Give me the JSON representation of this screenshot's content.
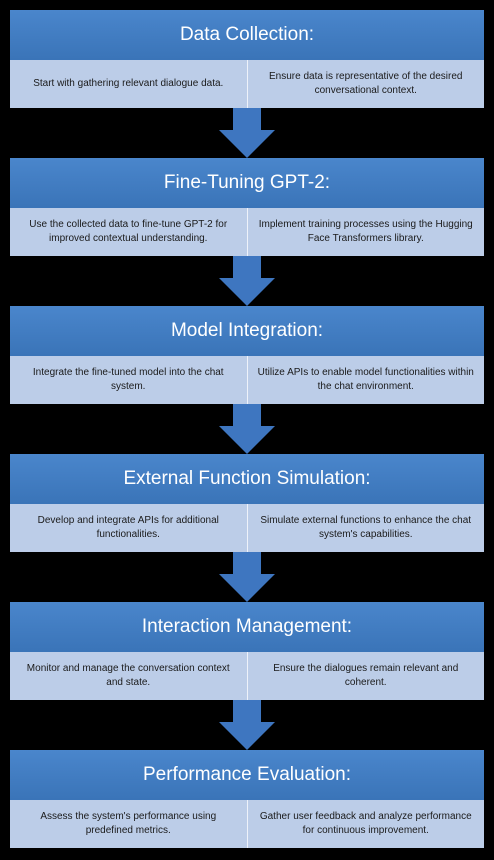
{
  "steps": [
    {
      "title": "Data Collection:",
      "left": "Start with gathering relevant dialogue data.",
      "right": "Ensure data is representative of the desired conversational context."
    },
    {
      "title": "Fine-Tuning GPT-2:",
      "left": "Use the collected data to fine-tune GPT-2 for improved contextual understanding.",
      "right": "Implement training processes using the Hugging Face Transformers library."
    },
    {
      "title": "Model Integration:",
      "left": "Integrate the fine-tuned model into the chat system.",
      "right": "Utilize APIs to enable model functionalities within the chat environment."
    },
    {
      "title": "External Function Simulation:",
      "left": "Develop and integrate APIs for additional functionalities.",
      "right": "Simulate external functions to enhance the chat system's capabilities."
    },
    {
      "title": "Interaction Management:",
      "left": "Monitor and manage the conversation context and state.",
      "right": "Ensure the dialogues remain relevant and coherent."
    },
    {
      "title": "Performance Evaluation:",
      "left": "Assess the system's performance using predefined metrics.",
      "right": "Gather user feedback and analyze performance for continuous improvement."
    }
  ],
  "colors": {
    "header": "#4a86cc",
    "body": "#bccde8",
    "arrow": "#3e76c0",
    "background": "#000000"
  }
}
